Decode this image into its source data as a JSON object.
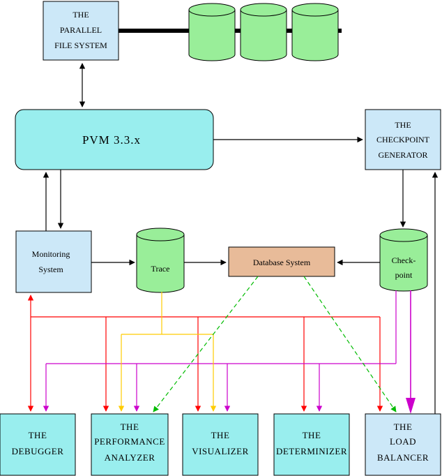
{
  "boxes": {
    "parallel_fs": {
      "l1": "THE",
      "l2": "PARALLEL",
      "l3": "FILE SYSTEM"
    },
    "pvm": {
      "label": "PVM 3.3.x"
    },
    "checkpoint_gen": {
      "l1": "THE",
      "l2": "CHECKPOINT",
      "l3": "GENERATOR"
    },
    "monitoring": {
      "l1": "Monitoring",
      "l2": "System"
    },
    "trace": {
      "label": "Trace"
    },
    "database": {
      "label": "Database System"
    },
    "checkpoint_db": {
      "l1": "Check-",
      "l2": "point"
    },
    "debugger": {
      "l1": "THE",
      "l2": "DEBUGGER"
    },
    "perf_analyzer": {
      "l1": "THE",
      "l2": "PERFORMANCE",
      "l3": "ANALYZER"
    },
    "visualizer": {
      "l1": "THE",
      "l2": "VISUALIZER"
    },
    "determinizer": {
      "l1": "THE",
      "l2": "DETERMINIZER"
    },
    "load_balancer": {
      "l1": "THE",
      "l2": "LOAD",
      "l3": "BALANCER"
    }
  },
  "colors": {
    "box_blue": "#cce8f8",
    "box_cyan": "#99eeee",
    "cylinder_green": "#99ee99",
    "database_tan": "#e8bb99",
    "edge_black": "#000000",
    "edge_red": "#ff0000",
    "edge_magenta": "#cc00cc",
    "edge_yellow": "#ffcc00",
    "edge_green": "#00bb00"
  }
}
